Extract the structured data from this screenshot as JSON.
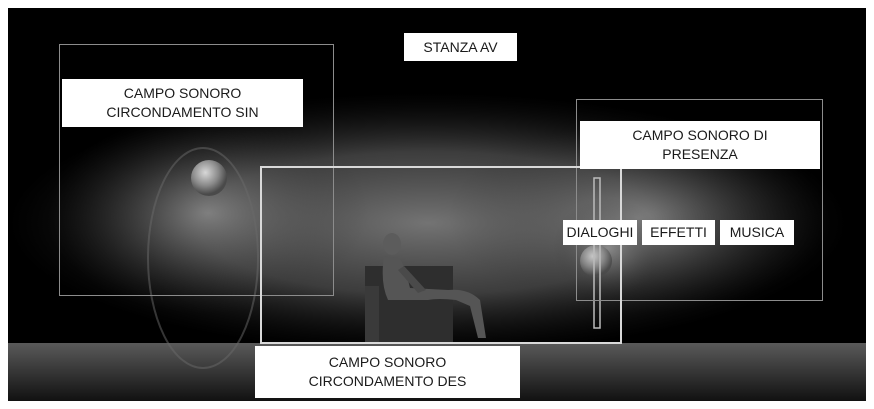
{
  "title": "STANZA AV",
  "zones": {
    "surround_left": "CAMPO SONORO\nCIRCONDAMENTO SIN",
    "presence": "CAMPO SONORO DI\nPRESENZA",
    "surround_right": "CAMPO SONORO\nCIRCONDAMENTO DES"
  },
  "channels": [
    "DIALOGHI",
    "EFFETTI",
    "MUSICA"
  ],
  "colors": {
    "background": "#000000",
    "label_bg": "#ffffff",
    "frame": "#8c8c8c",
    "frame_bright": "#d9d9d9"
  }
}
